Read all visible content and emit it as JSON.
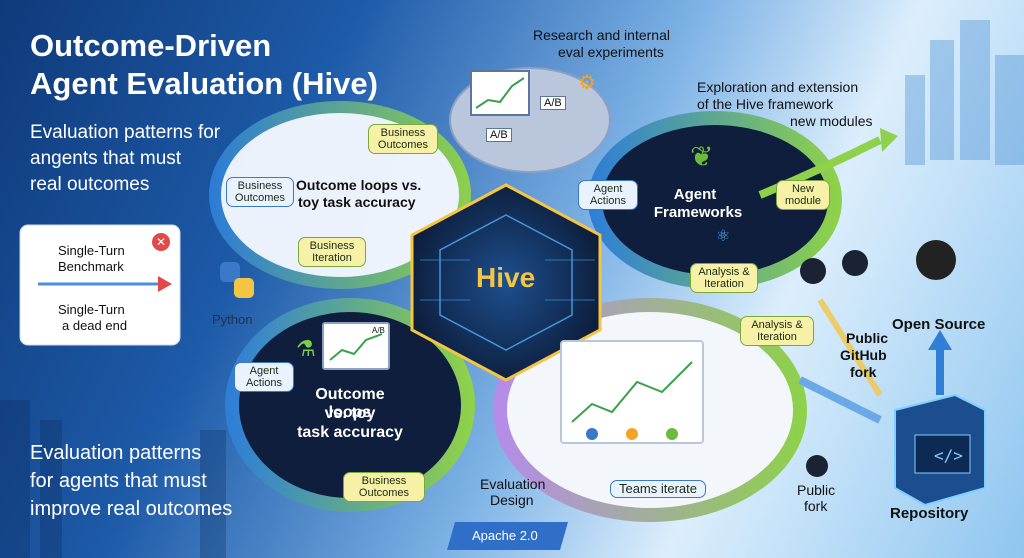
{
  "title": {
    "line1": "Outcome-Driven",
    "line2": "Agent Evaluation (Hive)"
  },
  "subtitle_top": {
    "line1": "Evaluation patterns for",
    "line2": "angents that must",
    "line3": "real outcomes"
  },
  "subtitle_bottom": {
    "line1": "Evaluation patterns",
    "line2": "for agents that must",
    "line3": "improve real outcomes"
  },
  "benchmark_card": {
    "line1": "Single-Turn",
    "line2": "Benchmark",
    "line3": "Single-Turn",
    "line4": "a dead end"
  },
  "python_label": "Python",
  "hive_label": "Hive",
  "top_left_loop": {
    "business_outcomes_a": "Business Outcomes",
    "business_outcomes_b": "Business Outcomes",
    "business_iteration": "Business Iteration",
    "center_line1": "Outcome loops vs.",
    "center_line2": "toy task accuracy"
  },
  "bottom_left_loop": {
    "agent_actions": "Agent Actions",
    "business_outcomes": "Business Outcomes",
    "center_line1": "Outcome loops",
    "center_line2": "vs. toy",
    "center_line3": "task accuracy",
    "ab_label": "A/B"
  },
  "research": {
    "line1": "Research and internal",
    "line2": "eval experiments",
    "ab_a": "A/B",
    "ab_b": "A/B"
  },
  "exploration": {
    "line1": "Exploration and extension",
    "line2": "of the Hive framework",
    "line3": "new modules"
  },
  "frameworks_loop": {
    "agent_actions": "Agent Actions",
    "center_line1": "Agent",
    "center_line2": "Frameworks",
    "new_module": "New module",
    "analysis_iteration": "Analysis & Iteration"
  },
  "teams_loop": {
    "analysis_iteration": "Analysis & Iteration",
    "teams_iterate": "Teams iterate",
    "evaluation_design_line1": "Evaluation",
    "evaluation_design_line2": "Design"
  },
  "right_side": {
    "public_github_fork_line1": "Public",
    "public_github_fork_line2": "GitHub",
    "public_github_fork_line3": "fork",
    "open_source": "Open Source",
    "public_fork_line1": "Public",
    "public_fork_line2": "fork",
    "repository": "Repository"
  },
  "license": "Apache 2.0",
  "colors": {
    "accent_green": "#6dbb3a",
    "accent_blue": "#2f7fd6",
    "hive_gold": "#f4c542",
    "dark_panel": "#0e1e3c"
  }
}
